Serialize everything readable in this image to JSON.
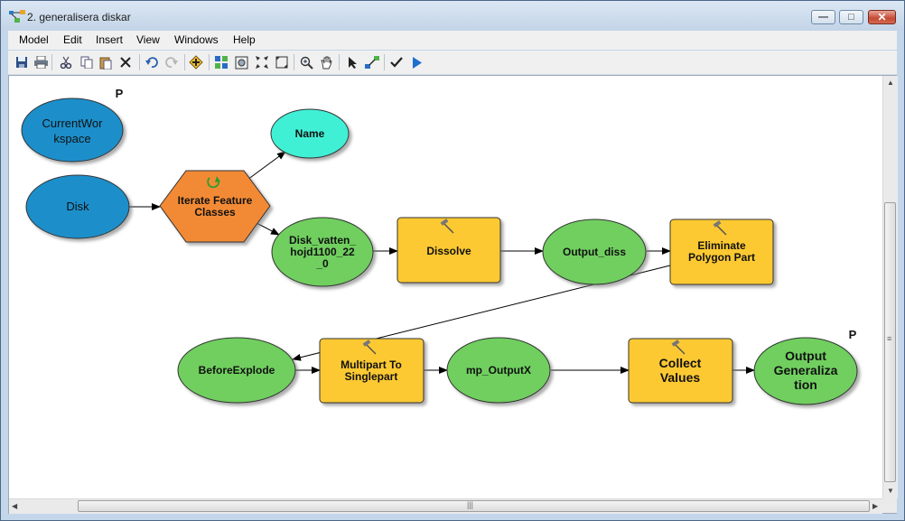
{
  "window": {
    "title": "2. generalisera diskar",
    "minimize_glyph": "—",
    "maximize_glyph": "□",
    "close_glyph": "✕"
  },
  "menu": {
    "items": [
      "Model",
      "Edit",
      "Insert",
      "View",
      "Windows",
      "Help"
    ]
  },
  "toolbar": {
    "icons": [
      "save-icon",
      "print-icon",
      "cut-icon",
      "copy-icon",
      "paste-icon",
      "delete-icon",
      "undo-icon",
      "redo-icon",
      "add-data-icon",
      "auto-layout-icon",
      "full-extent-icon",
      "fixed-zoom-in-icon",
      "fixed-zoom-out-icon",
      "zoom-in-icon",
      "pan-icon",
      "select-icon",
      "connect-icon",
      "validate-icon",
      "run-icon"
    ]
  },
  "colors": {
    "variable_blue": "#1f8fcb",
    "iterator_orange": "#f28a35",
    "tool_yellow": "#fdc933",
    "data_green": "#6fcf5f",
    "value_cyan": "#3ff0d5"
  },
  "model": {
    "current_workspace": [
      "CurrentWor",
      "kspace"
    ],
    "current_workspace_param": "P",
    "disk": "Disk",
    "iterator": [
      "Iterate Feature",
      "Classes"
    ],
    "name": "Name",
    "disk_vatten": [
      "Disk_vatten_",
      "hojd1100_22",
      "_0"
    ],
    "dissolve": "Dissolve",
    "output_diss": "Output_diss",
    "eliminate": [
      "Eliminate",
      "Polygon Part"
    ],
    "before_explode": "BeforeExplode",
    "multipart": [
      "Multipart To",
      "Singlepart"
    ],
    "mp_output": "mp_OutputX",
    "collect": [
      "Collect",
      "Values"
    ],
    "output_gen": [
      "Output",
      "Generaliza",
      "tion"
    ],
    "output_gen_param": "P"
  },
  "scrollbars": {
    "hthumb_grip": "|||",
    "vthumb_grip": "≡",
    "up_arrow": "▲",
    "down_arrow": "▼",
    "left_arrow": "◀",
    "right_arrow": "▶"
  }
}
